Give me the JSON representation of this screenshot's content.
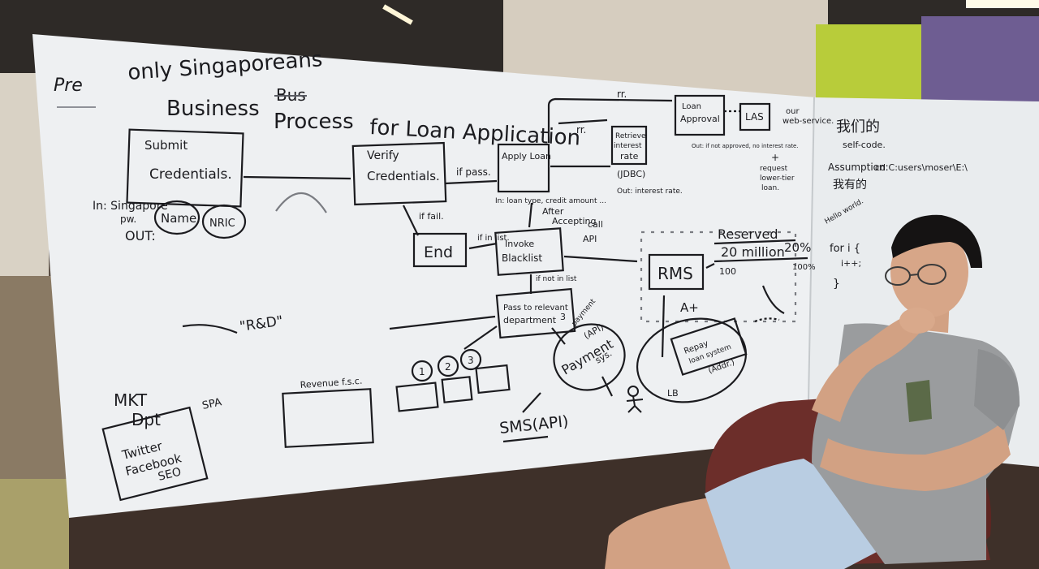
{
  "board": {
    "header": {
      "pre": "Pre",
      "only": "only Singaporeans",
      "business": "Business",
      "bus_struck": "Bus",
      "process": "Process",
      "for_loan": "for Loan Application"
    },
    "flow": {
      "submit_line1": "Submit",
      "submit_line2": "Credentials.",
      "in_label": "In: Singapore",
      "in_label2": "pw.",
      "out_label": "OUT:",
      "name_bubble": "Name",
      "nric_bubble": "NRIC",
      "verify_line1": "Verify",
      "verify_line2": "Credentials.",
      "if_pass": "if pass.",
      "if_fail": "if fail.",
      "end_label": "End",
      "apply_loan": "Apply Loan",
      "apply_in": "In: loan type, credit amount ...",
      "after": "After",
      "accepting": "Accepting",
      "retrieve_line1": "Retrieve",
      "retrieve_line2": "interest",
      "retrieve_line3": "rate",
      "jdbc": "(JDBC)",
      "out_interest": "Out: interest rate.",
      "rr_top": "rr.",
      "rr_mid": "rr.",
      "loan_approval_line1": "Loan",
      "loan_approval_line2": "Approval",
      "las": "LAS",
      "our_web_service": "our",
      "web_service": "web-service.",
      "out_not_approved": "Out: if not approved, no interest rate.",
      "plus": "+",
      "request": "request",
      "lower_tier": "lower-tier",
      "loan": "loan.",
      "if_in_list": "if in list.",
      "invoke_line1": "Invoke",
      "invoke_line2": "Blacklist",
      "call": "call",
      "api": "API",
      "if_not_in_list": "if not in list",
      "pass_line1": "Pass to relevant",
      "pass_line2": "department",
      "pass_three": "3",
      "payment_api": "(API)",
      "payment_label": "Payment",
      "payment_sys": "sys.",
      "payment_note": "payment",
      "rms": "RMS",
      "reserved": "Reserved",
      "twenty_million": "20 million",
      "twenty_pct": "20%",
      "hundred": "100",
      "hundred_pct": "100%",
      "a_plus": "A+",
      "repay_line1": "Repay",
      "repay_line2": "loan system",
      "repay_line3": "(Addr.)",
      "lb": "LB",
      "sms": "SMS(API)",
      "r_and_d": "\"R&D\"",
      "revenue": "Revenue f.s.c.",
      "num1": "1",
      "num2": "2",
      "num3": "3",
      "mkt": "MKT",
      "dpt": "Dpt",
      "twitter": "Twitter",
      "facebook": "Facebook",
      "seo": "SEO",
      "spa": "SPA"
    },
    "right_panel": {
      "ours": "我们的",
      "self_code": "self-code.",
      "assumption": "Assumption:",
      "assume_cn": "我有的",
      "cd_cmd": "cd C:users\\moser\\E:\\",
      "hello_world": "Hello world.",
      "for_loop": "for i {",
      "i_plus": "i++;",
      "close_brace": "}"
    }
  },
  "colors": {
    "whiteboard": "#eef0f2",
    "marker": "#1b1b1f",
    "shirt": "#9a9c9e",
    "chair": "#6c2e2a",
    "shorts": "#b9cde2",
    "ceiling": "#2e2a27",
    "wall_green": "#b8cc3a",
    "wall_purple": "#6e5d92",
    "floor": "#8a7a64"
  },
  "icons": {
    "person": "person-icon"
  }
}
